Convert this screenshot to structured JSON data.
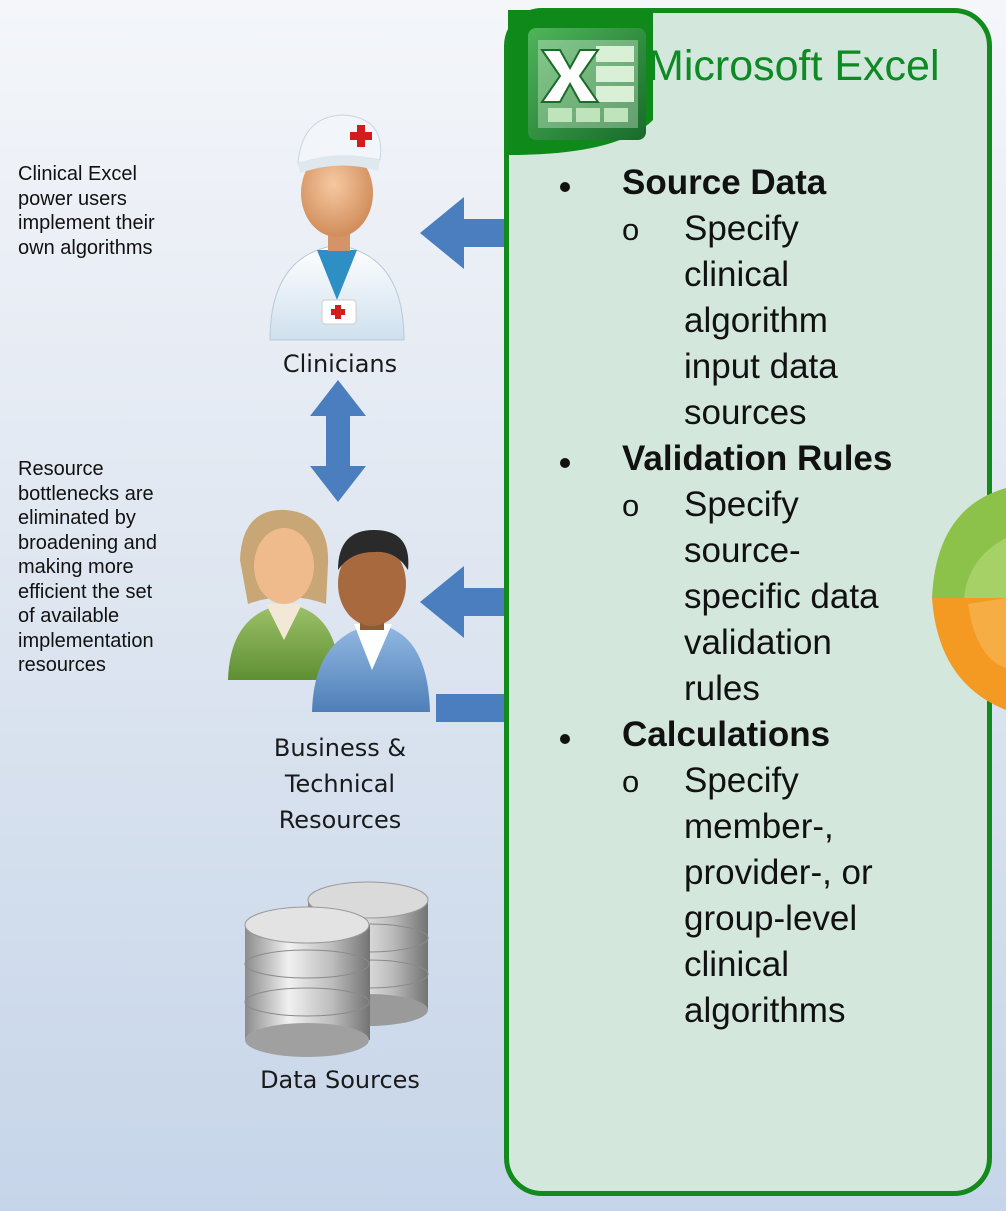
{
  "notes": {
    "clinical": [
      "Clinical Excel",
      "power users",
      "implement their",
      "own algorithms"
    ],
    "resource": [
      "Resource",
      "bottlenecks are",
      "eliminated by",
      "broadening and",
      "making more",
      "efficient the set",
      "of available",
      "implementation",
      "resources"
    ]
  },
  "actors": {
    "clinicians": "Clinicians",
    "business": [
      "Business &",
      "Technical",
      "Resources"
    ],
    "data_sources": "Data Sources"
  },
  "excel": {
    "title": "Microsoft Excel",
    "sections": [
      {
        "heading": "Source Data",
        "detail": [
          "Specify",
          "clinical",
          "algorithm",
          "input data",
          "sources"
        ]
      },
      {
        "heading": "Validation Rules",
        "detail": [
          "Specify",
          "source-",
          "specific data",
          "validation",
          "rules"
        ]
      },
      {
        "heading": "Calculations",
        "detail": [
          "Specify",
          "member-,",
          "provider-, or",
          "group-level",
          "clinical",
          "algorithms"
        ]
      }
    ]
  },
  "icons": {
    "excel": "excel-logo-icon",
    "clinician": "nurse-icon",
    "business": "people-icon",
    "data": "database-icon",
    "pie": "pie-chart-icon"
  },
  "colors": {
    "panel_border": "#128a1c",
    "panel_fill": "#d3e7dc",
    "title": "#0d8a24",
    "arrow": "#4a7ebf"
  }
}
